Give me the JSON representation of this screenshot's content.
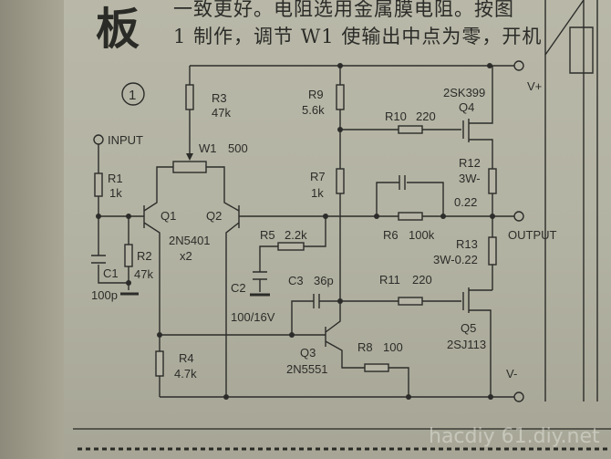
{
  "header": {
    "big_char": "板",
    "line1": "一致更好。电阻选用金属膜电阻。按图",
    "line2": "1 制作，调节 W1 使输出中点为零，开机"
  },
  "figure_number": "1",
  "terminals": {
    "input": "INPUT",
    "output": "OUTPUT",
    "vplus": "V+",
    "vminus": "V-"
  },
  "components": {
    "R1": {
      "name": "R1",
      "value": "1k"
    },
    "R2": {
      "name": "R2",
      "value": "47k"
    },
    "R3": {
      "name": "R3",
      "value": "47k"
    },
    "R4": {
      "name": "R4",
      "value": "4.7k"
    },
    "R5": {
      "name": "R5",
      "value": "2.2k"
    },
    "R6": {
      "name": "R6",
      "value": "100k"
    },
    "R7": {
      "name": "R7",
      "value": "1k"
    },
    "R8": {
      "name": "R8",
      "value": "100"
    },
    "R9": {
      "name": "R9",
      "value": "5.6k"
    },
    "R10": {
      "name": "R10",
      "value": "220"
    },
    "R11": {
      "name": "R11",
      "value": "220"
    },
    "R12": {
      "name": "R12",
      "value_a": "3W-",
      "value_b": "0.22"
    },
    "R13": {
      "name": "R13",
      "value": "3W-0.22"
    },
    "W1": {
      "name": "W1",
      "value": "500"
    },
    "C1": {
      "name": "C1",
      "value": "100p"
    },
    "C2": {
      "name": "C2",
      "value": "100/16V"
    },
    "C3": {
      "name": "C3",
      "value": "36p"
    },
    "Q1": {
      "name": "Q1"
    },
    "Q2": {
      "name": "Q2"
    },
    "Q12_part": "2N5401",
    "Q12_qty": "x2",
    "Q3": {
      "name": "Q3",
      "part": "2N5551"
    },
    "Q4": {
      "name": "Q4",
      "part": "2SK399"
    },
    "Q5": {
      "name": "Q5",
      "part": "2SJ113"
    }
  },
  "watermark": "hacdiy 61.diy.net"
}
